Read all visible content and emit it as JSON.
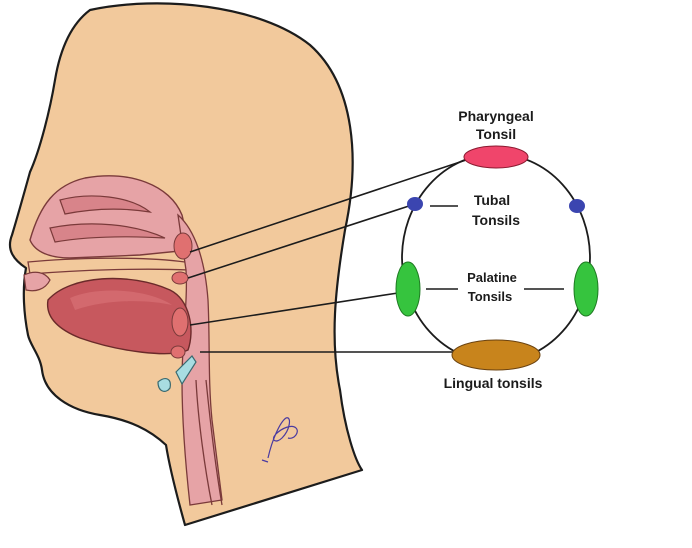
{
  "labels": {
    "pharyngeal_line1": "Pharyngeal",
    "pharyngeal_line2": "Tonsil",
    "tubal_line1": "Tubal",
    "tubal_line2": "Tonsils",
    "palatine_line1": "Palatine",
    "palatine_line2": "Tonsils",
    "lingual": "Lingual tonsils"
  },
  "colors": {
    "skin": "#f2c99c",
    "mucosa": "#e6a3a6",
    "cavity": "#d8848a",
    "tongue": "#c7585e",
    "pharyngeal": "#f0456b",
    "tubal": "#3b45b0",
    "palatine": "#36c43e",
    "lingual": "#c8841c",
    "hyoid": "#a8dde2"
  },
  "icons": {
    "signature": "artist-signature"
  }
}
